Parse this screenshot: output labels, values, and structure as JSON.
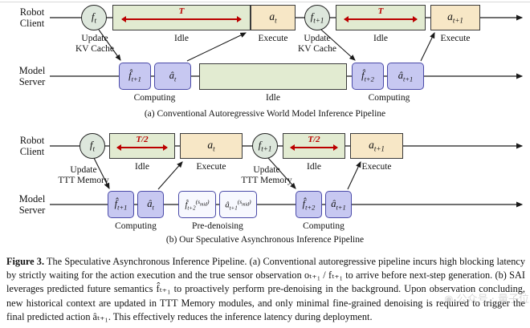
{
  "panel_a": {
    "caption": "(a) Conventional Autoregressive World Model Inference Pipeline",
    "client": {
      "row_label_1": "Robot",
      "row_label_2": "Client",
      "obs1": {
        "base": "f",
        "sub": "t"
      },
      "idle1": {
        "duration": "T",
        "label": "Idle"
      },
      "act1": {
        "base": "a",
        "sub": "t"
      },
      "execute1": "Execute",
      "update1_line1": "Update",
      "update1_line2": "KV Cache",
      "obs2": {
        "base": "f",
        "sub": "t+1"
      },
      "idle2": {
        "duration": "T",
        "label": "Idle"
      },
      "act2": {
        "base": "a",
        "sub": "t+1"
      },
      "execute2": "Execute",
      "update2_line1": "Update",
      "update2_line2": "KV Cache"
    },
    "server": {
      "row_label_1": "Model",
      "row_label_2": "Server",
      "pred_obs1": {
        "base": "f̂",
        "sub": "t+1"
      },
      "pred_act1": {
        "base": "â",
        "sub": "t"
      },
      "computing1": "Computing",
      "idle_label": "Idle",
      "pred_obs2": {
        "base": "f̂",
        "sub": "t+2"
      },
      "pred_act2": {
        "base": "â",
        "sub": "t+1"
      },
      "computing2": "Computing"
    }
  },
  "panel_b": {
    "caption": "(b) Our Speculative Asynchronous Inference Pipeline",
    "client": {
      "row_label_1": "Robot",
      "row_label_2": "Client",
      "obs1": {
        "base": "f",
        "sub": "t"
      },
      "idle1": {
        "duration": "T/2",
        "label": "Idle"
      },
      "act1": {
        "base": "a",
        "sub": "t"
      },
      "execute1": "Execute",
      "update1_line1": "Update",
      "update1_line2": "TTT Memory",
      "obs2": {
        "base": "f",
        "sub": "t+1"
      },
      "idle2": {
        "duration": "T/2",
        "label": "Idle"
      },
      "act2": {
        "base": "a",
        "sub": "t+1"
      },
      "execute2": "Execute",
      "update2_line1": "Update",
      "update2_line2": "TTT Memory"
    },
    "server": {
      "row_label_1": "Model",
      "row_label_2": "Server",
      "pred_obs1": {
        "base": "f̂",
        "sub": "t+1"
      },
      "pred_act1": {
        "base": "â",
        "sub": "t"
      },
      "computing1": "Computing",
      "pre_obs": {
        "base": "f̂",
        "sub": "t+2",
        "sup_open": "(s",
        "sup_sub": "mid",
        "sup_close": ")"
      },
      "pre_act": {
        "base": "â",
        "sub": "t+1",
        "sup_open": "(s",
        "sup_sub": "mid",
        "sup_close": ")"
      },
      "predenoising": "Pre-denoising",
      "pred_obs2": {
        "base": "f̂",
        "sub": "t+2"
      },
      "pred_act2": {
        "base": "â",
        "sub": "t+1"
      },
      "computing2": "Computing"
    }
  },
  "figure_caption": {
    "label": "Figure 3.",
    "text": " The Speculative Asynchronous Inference Pipeline. (a) Conventional autoregressive pipeline incurs high blocking latency by strictly waiting for the action execution and the true sensor observation oₜ₊₁ / fₜ₊₁ to arrive before next-step generation. (b) SAI leverages predicted future semantics f̂ₜ₊₁ to proactively perform pre-denoising in the background. Upon observation concluding, new historical context are updated in TTT Memory modules, and only minimal fine-grained denoising is required to trigger the final predicted action âₜ₊₁. This effectively reduces the inference latency during deployment."
  },
  "watermark": "公众号 · 量子位",
  "colors": {
    "circle_fill": "#dde7dc",
    "idle_fill": "#e2ebd1",
    "execute_fill": "#f7e7c6",
    "compute_fill": "#c7c8f1",
    "compute_border": "#4a4aa8",
    "duration_red": "#bb0000"
  }
}
